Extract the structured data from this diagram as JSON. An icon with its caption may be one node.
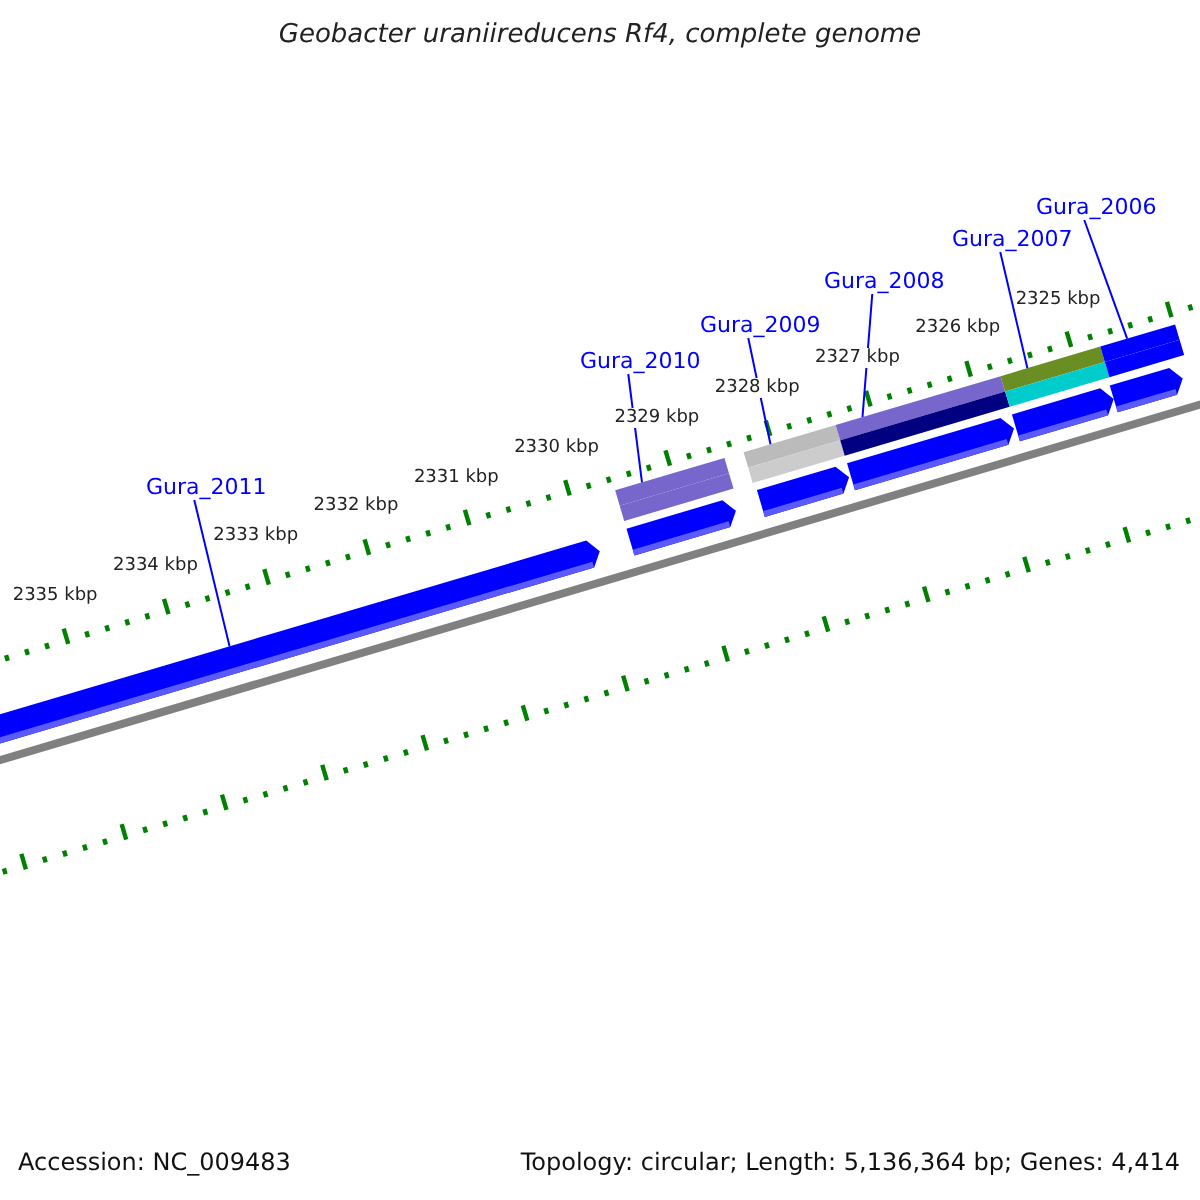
{
  "diagram": {
    "title": "Geobacter uraniireducens Rf4, complete genome",
    "nodes": [
      {
        "text": [
          "Gura_2011"
        ]
      },
      {
        "text": [
          "Gura_2010"
        ]
      },
      {
        "text": [
          "Gura_2009"
        ]
      },
      {
        "text": [
          "Gura_2008"
        ]
      },
      {
        "text": [
          "Gura_2007"
        ]
      },
      {
        "text": [
          "Gura_2006"
        ]
      },
      {
        "text": [],
        "shape": "bar"
      },
      {
        "text": [],
        "shape": "bar"
      },
      {
        "text": [],
        "shape": "bar"
      },
      {
        "text": [],
        "shape": "bar"
      },
      {
        "text": [],
        "shape": "bar"
      },
      {
        "text": [],
        "shape": "bar"
      }
    ],
    "edges": [
      {
        "from": 0,
        "to": 6,
        "arrow": "none"
      },
      {
        "from": 1,
        "to": 7,
        "arrow": "none"
      },
      {
        "from": 2,
        "to": 8,
        "arrow": "none"
      },
      {
        "from": 3,
        "to": 9,
        "arrow": "none"
      },
      {
        "from": 4,
        "to": 10,
        "arrow": "none"
      },
      {
        "from": 5,
        "to": 11,
        "arrow": "none"
      }
    ],
    "labels": [
      "2335 kbp",
      "2334 kbp",
      "2333 kbp",
      "2332 kbp",
      "2331 kbp",
      "2330 kbp",
      "2329 kbp",
      "2328 kbp",
      "2327 kbp",
      "2326 kbp",
      "2325 kbp",
      "Accession: NC_009483",
      "Topology: circular; Length: 5,136,364 bp; Genes: 4,414"
    ]
  }
}
